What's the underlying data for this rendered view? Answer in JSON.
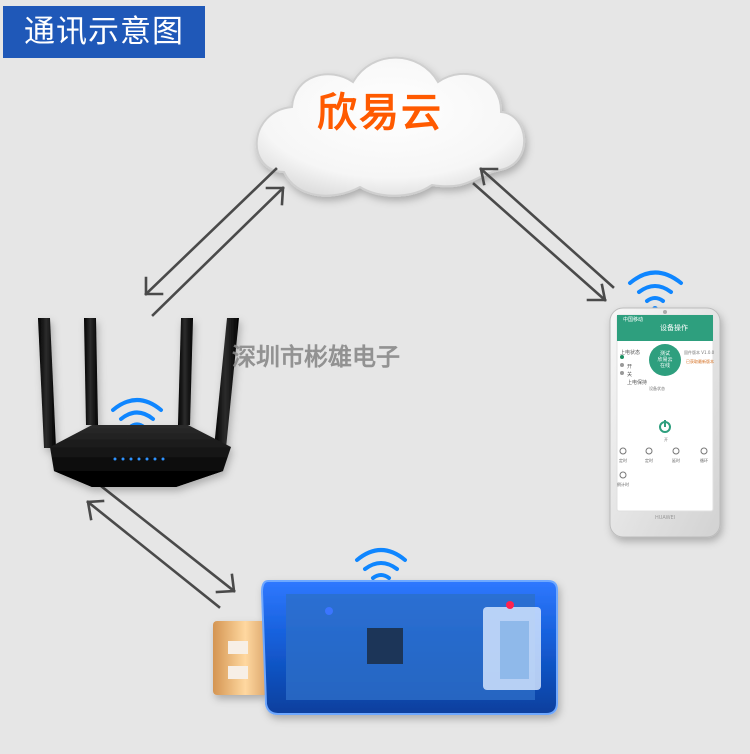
{
  "diagram": {
    "title": "通讯示意图",
    "cloud_label": "欣易云",
    "watermark": "深圳市彬雄电子"
  },
  "phone": {
    "status_bar": "中国移动",
    "screen_title": "设备操作",
    "center_lines": [
      "测试",
      "欣易云",
      "在线"
    ],
    "legend": [
      "上电状态",
      "开",
      "关",
      "上电保持"
    ],
    "right_info": [
      "固件版本 V1.0.0",
      "已获取最新版本"
    ],
    "state_label": "设备状态",
    "power_label": "开",
    "menu": [
      "定时",
      "定时",
      "延时",
      "循环",
      "倒计时"
    ],
    "brand": "HUAWEI"
  },
  "colors": {
    "title_bg": "#1f58b8",
    "cloud_text": "#ff5a00",
    "wifi": "#0f86ff",
    "phone_accent": "#2f9f7e"
  },
  "icons": [
    "cloud-icon",
    "router-icon",
    "smartphone-icon",
    "usb-device-icon",
    "wifi-icon",
    "power-icon"
  ]
}
